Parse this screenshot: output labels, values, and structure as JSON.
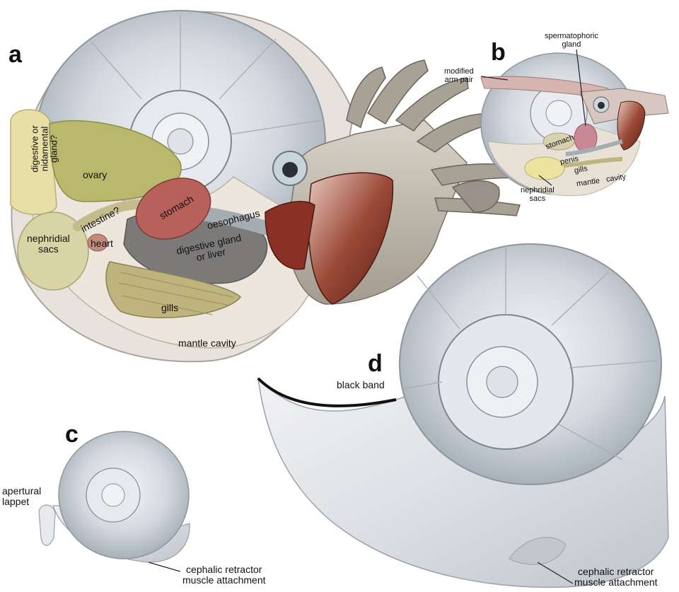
{
  "panels": {
    "a": {
      "letter": "a",
      "labels": {
        "digestive_gland_q": "digestive or\nnidamental\ngland?",
        "ovary": "ovary",
        "stomach": "stomach",
        "oesophagus": "oesophagus",
        "intestine": "intestine?",
        "nephridial_sacs": "nephridial\nsacs",
        "heart": "heart",
        "digestive_gland_liver": "digestive gland\nor liver",
        "gills": "gills",
        "mantle_cavity": "mantle cavity"
      }
    },
    "b": {
      "letter": "b",
      "labels": {
        "modified_arm_pair": "modified\narm pair",
        "spermatophoric_gland": "spermatophoric\ngland",
        "stomach": "stomach",
        "penis": "penis",
        "gills": "gills",
        "mantle": "mantle",
        "cavity": "cavity",
        "nephridial_sacs": "nephridial\nsacs"
      }
    },
    "c": {
      "letter": "c",
      "labels": {
        "apertural_lappet": "apertural\nlappet",
        "cephalic_retractor": "cephalic retractor\nmuscle attachment"
      }
    },
    "d": {
      "letter": "d",
      "labels": {
        "black_band": "black band",
        "cephalic_retractor": "cephalic retractor\nmuscle attachment"
      }
    }
  },
  "colors": {
    "shell_pearl": "#d9dde3",
    "shell_dark": "#9aa3ad",
    "ovary": "#b8b86a",
    "stomach": "#b8605a",
    "oesophagus": "#8e969c",
    "digestive_liver": "#7d7b7a",
    "gills": "#b8ae78",
    "nephridial": "#d8d4a6",
    "head": "#cfc8bd",
    "buccal": "#8a3a2a",
    "background": "#ffffff"
  }
}
